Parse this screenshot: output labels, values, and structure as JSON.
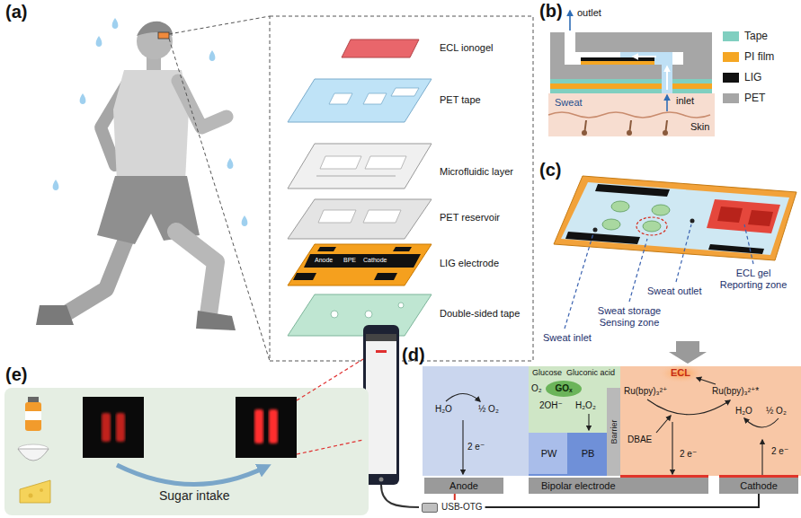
{
  "diagram": {
    "nodes": [
      {
        "text": [
          "Anode"
        ]
      },
      {
        "text": [
          "Bipolar electrode"
        ]
      },
      {
        "text": [
          "Cathode"
        ]
      },
      {
        "text": [
          "Barrier"
        ]
      },
      {
        "text": [
          "GOₓ"
        ]
      },
      {
        "text": [
          "PW",
          "PB"
        ]
      },
      {
        "text": [
          "USB-OTG"
        ]
      },
      {
        "text": [
          "Sugar intake"
        ]
      }
    ],
    "edges": [
      {
        "from": 6,
        "to": 0,
        "arrow": "none"
      },
      {
        "from": 6,
        "to": 2,
        "arrow": "none"
      }
    ],
    "labels": [
      "(a)",
      "ECL ionogel",
      "PET tape",
      "Microfluidic layer",
      "PET reservoir",
      "LIG electrode",
      "Double-sided tape",
      "Anode",
      "BPE",
      "Cathode",
      "(b)",
      "outlet",
      "Sweat",
      "inlet",
      "Skin",
      "(c)",
      "ECL gel Reporting zone",
      "Sweat outlet",
      "Sweat storage Sensing zone",
      "Sweat inlet",
      "(d)",
      "Glucose",
      "Gluconic acid",
      "O₂",
      "2OH⁻",
      "H₂O₂",
      "H₂O",
      "½ O₂",
      "2 e⁻",
      "ECL",
      "Ru(bpy)₃²⁺",
      "Ru(bpy)₃²⁺*",
      "DBAE",
      "2 e⁻",
      "H₂O",
      "½ O₂",
      "2 e⁻",
      "(e)"
    ],
    "legend": [
      {
        "text": "Tape",
        "color": "#80cfc0"
      },
      {
        "text": "PI film",
        "color": "#f5a623"
      },
      {
        "text": "LIG",
        "color": "#111111"
      },
      {
        "text": "PET",
        "color": "#a6a6a6"
      }
    ]
  }
}
